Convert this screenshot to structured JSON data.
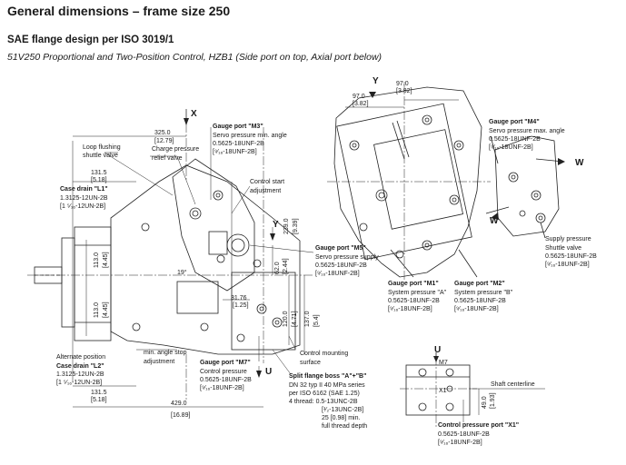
{
  "page": {
    "title": "General dimensions – frame size 250",
    "subtitle": "SAE flange design per ISO 3019/1",
    "caption": "51V250 Proportional and Two-Position Control, HZB1 (Side port on top, Axial port below)"
  },
  "axes": {
    "x": "X",
    "y": "Y",
    "w": "W",
    "u": "U"
  },
  "dims": {
    "d325": "325.0",
    "d325i": "[12.79]",
    "d131a": "131.5",
    "d131ai": "[5.18]",
    "d131b": "131.5",
    "d131bi": "[5.18]",
    "d429": "429.0",
    "d429i": "[16.89]",
    "d113a": "113.0",
    "d113ai": "[4.45]",
    "d113b": "113.0",
    "d113bi": "[4.45]",
    "d239": "239.0",
    "d239i": "[9.39]",
    "d62": "62.0",
    "d62i": "[2.44]",
    "d120": "120.0",
    "d120i": "[4.71]",
    "d137": "137.0",
    "d137i": "[5.4]",
    "d31": "31.76",
    "d31i": "[1.25]",
    "d97a": "97.0",
    "d97ai": "[3.82]",
    "d97b": "97.0",
    "d97bi": "[3.82]",
    "d49": "49.0",
    "d49i": "[1.93]",
    "angle": "19°"
  },
  "labels": {
    "loop_flushing": [
      "Loop flushing",
      "shuttle valve"
    ],
    "charge_relief": [
      "Charge pressure",
      "relief valve"
    ],
    "case_drain_l1": [
      "Case drain \"L1\"",
      "1.3125-12UN-2B",
      "[1 ⁵⁄₁₆-12UN-2B]"
    ],
    "m3": [
      "Gauge port \"M3\"",
      "Servo pressure min. angle",
      "0.5625-18UNF-2B",
      "[⁹⁄₁₆-18UNF-2B]"
    ],
    "control_start": [
      "Control start",
      "adjustment"
    ],
    "m5": [
      "Gauge port \"M5\"",
      "Servo pressure supply",
      "0.5625-18UNF-2B",
      "[⁹⁄₁₆-18UNF-2B]"
    ],
    "alt_position": [
      "Alternate position",
      "Case drain \"L2\"",
      "1.3125-12UN-2B",
      "[1 ⁵⁄₁₆-12UN-2B]"
    ],
    "min_angle": [
      "min. angle stop",
      "adjustment"
    ],
    "m7": [
      "Gauge port \"M7\"",
      "Control pressure",
      "0.5625-18UNF-2B",
      "[⁹⁄₁₆-18UNF-2B]"
    ],
    "control_mounting": [
      "Control mounting",
      "surface"
    ],
    "split_flange": [
      "Split flange boss \"A\"+\"B\"",
      "DN 32 typ II 40 MPa series",
      "per ISO 6162 (SAE 1.25)",
      "4 thread:  0.5-13UNC-2B",
      "[¹⁄₂-13UNC-2B]",
      "25 [0.98] min.",
      "full thread depth"
    ],
    "m4": [
      "Gauge port \"M4\"",
      "Servo pressure max. angle",
      "0.5625-18UNF-2B",
      "[⁹⁄₁₆-18UNF-2B]"
    ],
    "supply": [
      "Supply pressure",
      "Shuttle valve",
      "0.5625-18UNF-2B",
      "[⁹⁄₁₆-18UNF-2B]"
    ],
    "m1": [
      "Gauge port \"M1\"",
      "System pressure \"A\"",
      "0.5625-18UNF-2B",
      "[⁹⁄₁₆-18UNF-2B]"
    ],
    "m2": [
      "Gauge port \"M2\"",
      "System pressure \"B\"",
      "0.5625-18UNF-2B",
      "[⁹⁄₁₆-18UNF-2B]"
    ],
    "shaft_centerline": "Shaft centerline",
    "x1": [
      "Control pressure port \"X1\"",
      "0.5625-18UNF-2B",
      "[⁹⁄₁₆-18UNF-2B]"
    ],
    "m7_small": "M7",
    "x1_small": "X1"
  },
  "colors": {
    "line": "#222222",
    "hatch": "#555555"
  }
}
